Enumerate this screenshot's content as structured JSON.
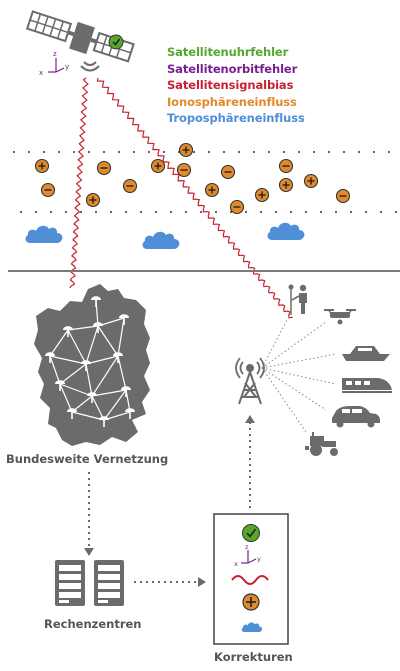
{
  "legend": [
    {
      "label": "Satellitenuhrfehler",
      "color": "#56a82d"
    },
    {
      "label": "Satellitenorbitfehler",
      "color": "#7a1f8e"
    },
    {
      "label": "Satellitensignalbias",
      "color": "#c8212f"
    },
    {
      "label": "Ionosphäreneinfluss",
      "color": "#e08a2c"
    },
    {
      "label": "Troposphäreneinfluss",
      "color": "#4f8fd8"
    }
  ],
  "labels": {
    "network": "Bundesweite Vernetzung",
    "datacenters": "Rechenzentren",
    "corrections": "Korrekturen"
  },
  "axis_labels": {
    "x": "x",
    "y": "y",
    "z": "z"
  },
  "ion_signs": [
    "+",
    "−",
    "−",
    "+",
    "−",
    "+",
    "−",
    "+",
    "+",
    "−",
    "−",
    "+",
    "−",
    "+",
    "+",
    "−"
  ],
  "icons": {
    "satellite": "satellite-icon",
    "clock": "clock-icon",
    "cloud": "cloud-icon",
    "map": "germany-map-icon",
    "tower": "transmission-tower-icon",
    "surveyor": "surveyor-icon",
    "drone": "drone-icon",
    "ship": "ship-icon",
    "train": "train-icon",
    "car": "car-icon",
    "tractor": "tractor-icon",
    "server": "server-icon"
  },
  "colors": {
    "signal": "#c8212f",
    "ion_fill": "#e08a2c",
    "ion_stroke": "#333333",
    "cloud": "#4f8fd8",
    "clock": "#56a82d",
    "gray_icon": "#6b6b6b",
    "ground_line": "#7a7a7a",
    "text_gray": "#555555"
  }
}
